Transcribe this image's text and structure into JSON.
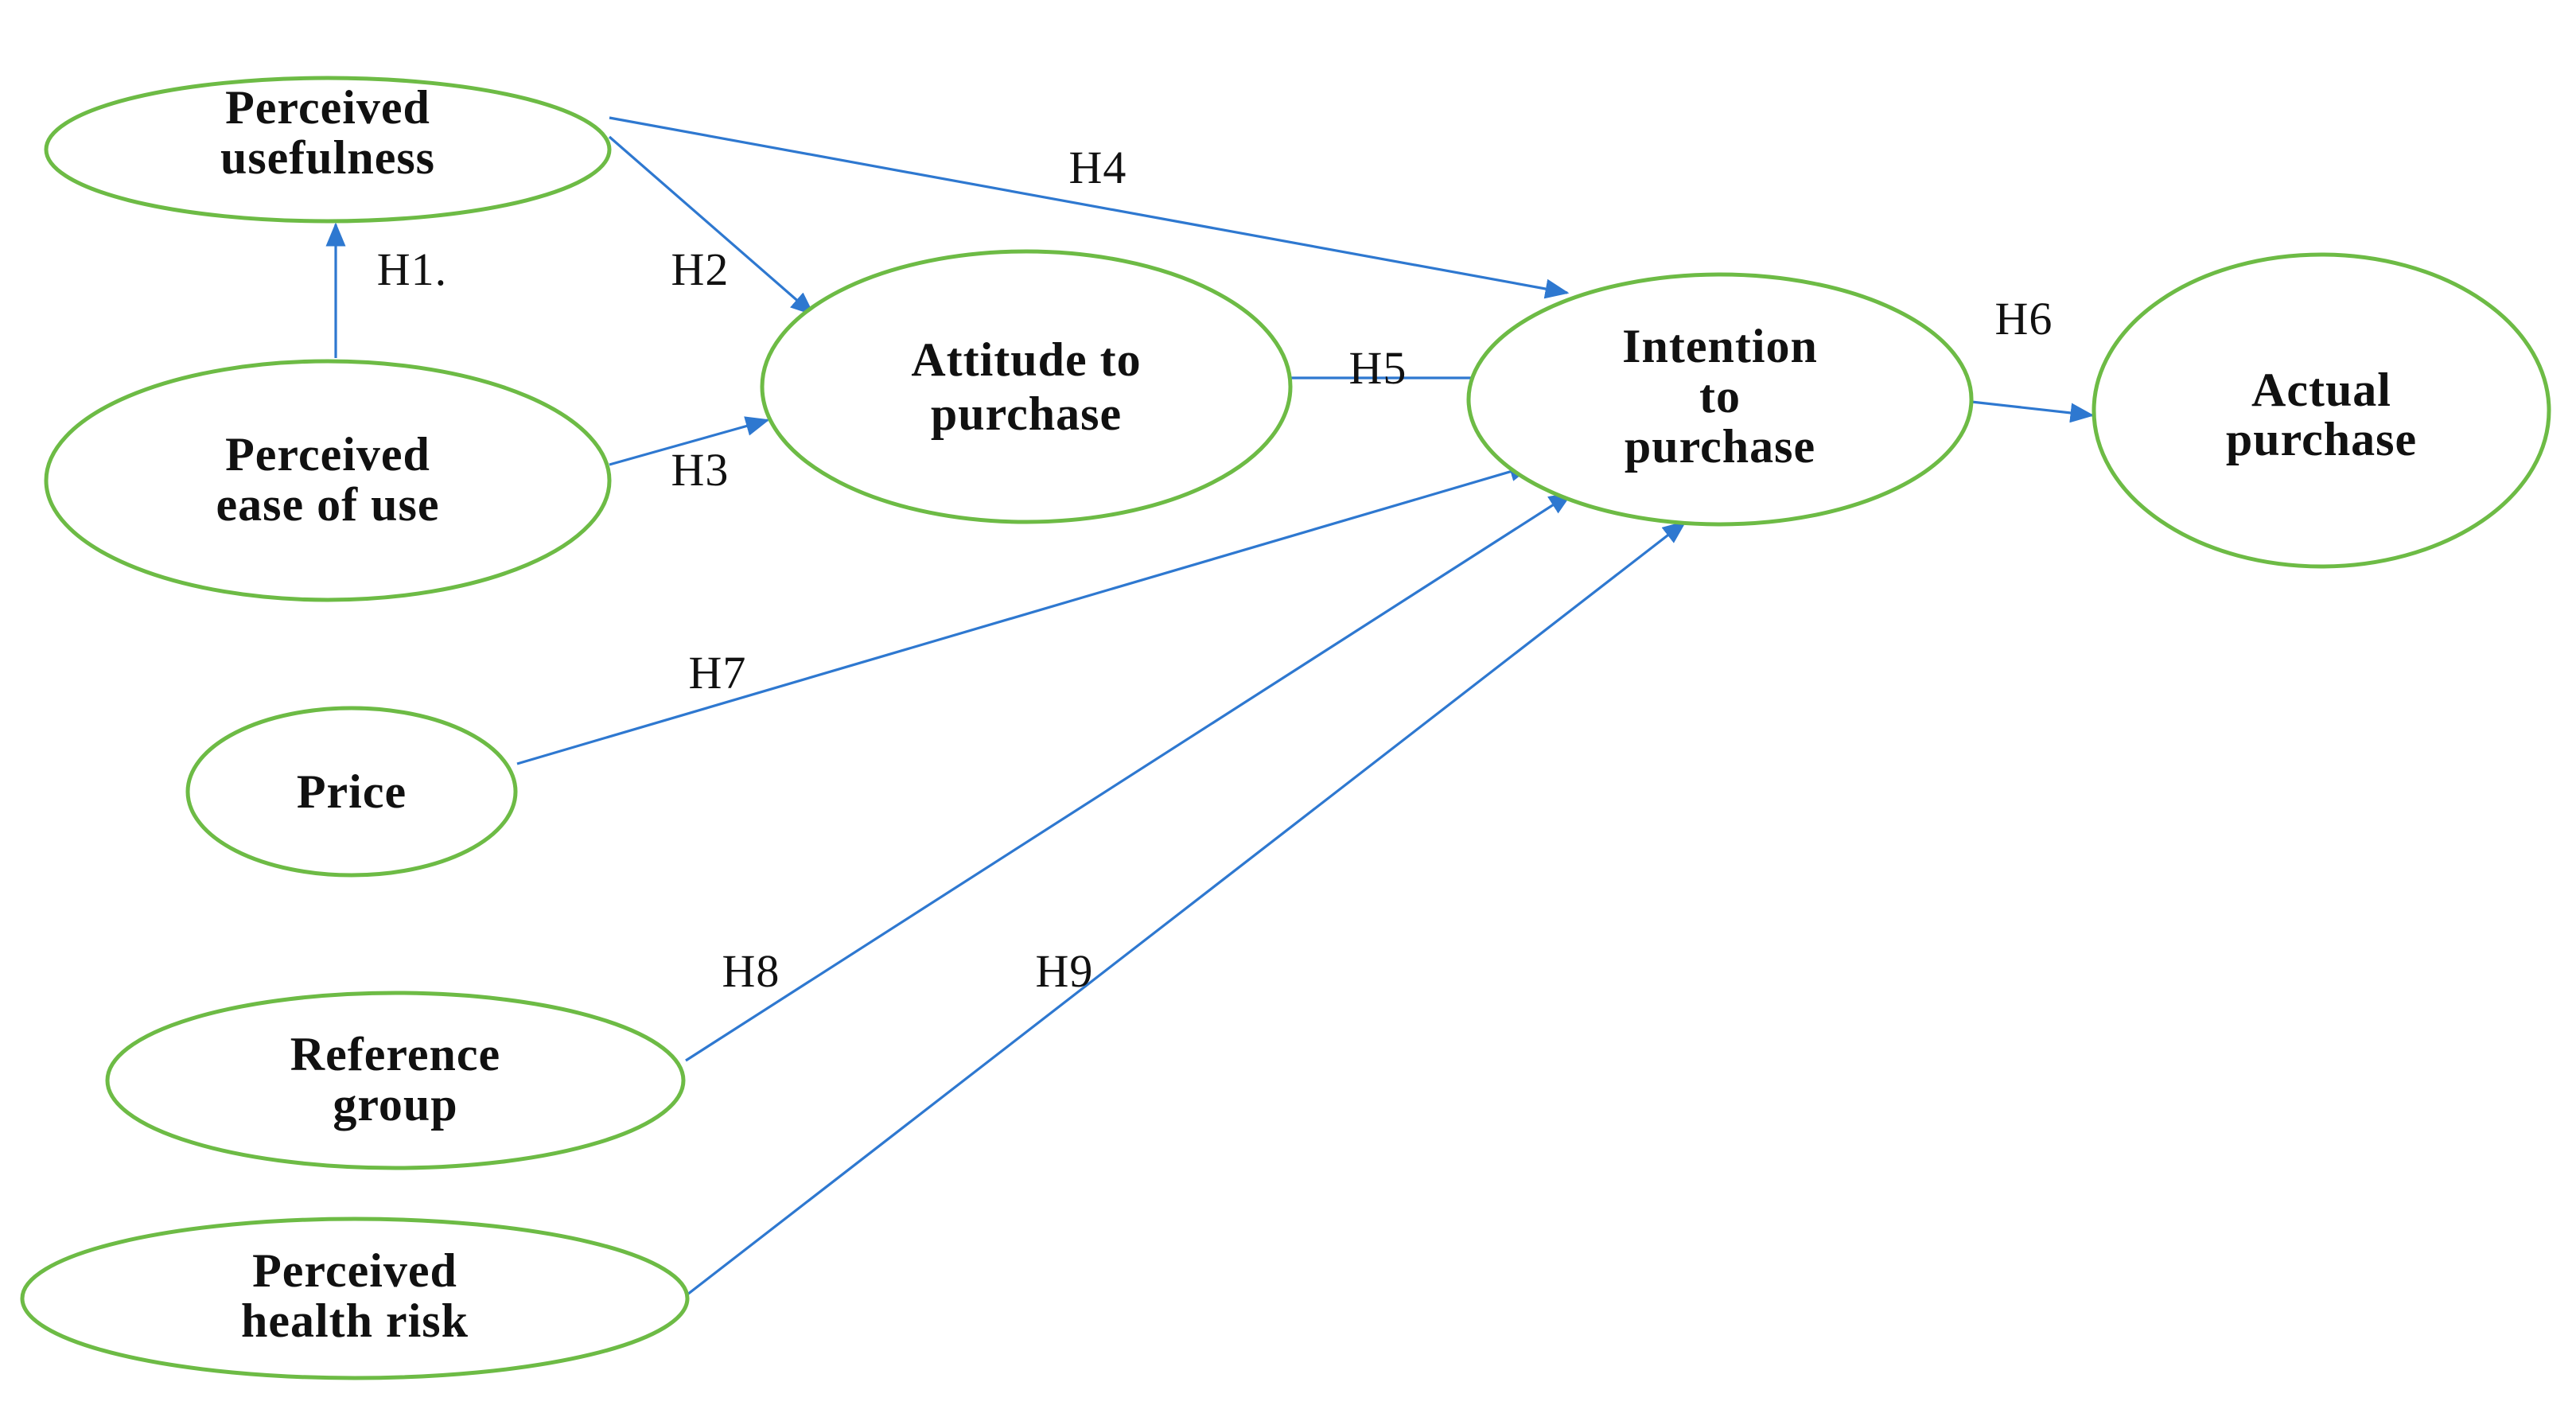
{
  "colors": {
    "node_stroke": "#6dbb45",
    "edge_stroke": "#2e78d0",
    "text": "#111111",
    "background": "#ffffff"
  },
  "nodes": {
    "perceived_usefulness": {
      "lines": [
        "Perceived",
        "usefulness"
      ]
    },
    "perceived_ease_of_use": {
      "lines": [
        "Perceived",
        "ease of use"
      ]
    },
    "attitude_to_purchase": {
      "lines": [
        "Attitude to",
        "purchase"
      ]
    },
    "intention_to_purchase": {
      "lines": [
        "Intention",
        "to",
        "purchase"
      ]
    },
    "actual_purchase": {
      "lines": [
        "Actual",
        "purchase"
      ]
    },
    "price": {
      "lines": [
        "Price"
      ]
    },
    "reference_group": {
      "lines": [
        "Reference",
        "group"
      ]
    },
    "perceived_health_risk": {
      "lines": [
        "Perceived",
        "health risk"
      ]
    }
  },
  "edges": {
    "h1": {
      "label": "H1.",
      "from": "perceived_ease_of_use",
      "to": "perceived_usefulness"
    },
    "h2": {
      "label": "H2",
      "from": "perceived_usefulness",
      "to": "attitude_to_purchase"
    },
    "h3": {
      "label": "H3",
      "from": "perceived_ease_of_use",
      "to": "attitude_to_purchase"
    },
    "h4": {
      "label": "H4",
      "from": "perceived_usefulness",
      "to": "intention_to_purchase"
    },
    "h5": {
      "label": "H5",
      "from": "attitude_to_purchase",
      "to": "intention_to_purchase"
    },
    "h6": {
      "label": "H6",
      "from": "intention_to_purchase",
      "to": "actual_purchase"
    },
    "h7": {
      "label": "H7",
      "from": "price",
      "to": "intention_to_purchase"
    },
    "h8": {
      "label": "H8",
      "from": "reference_group",
      "to": "intention_to_purchase"
    },
    "h9": {
      "label": "H9",
      "from": "perceived_health_risk",
      "to": "intention_to_purchase"
    }
  }
}
